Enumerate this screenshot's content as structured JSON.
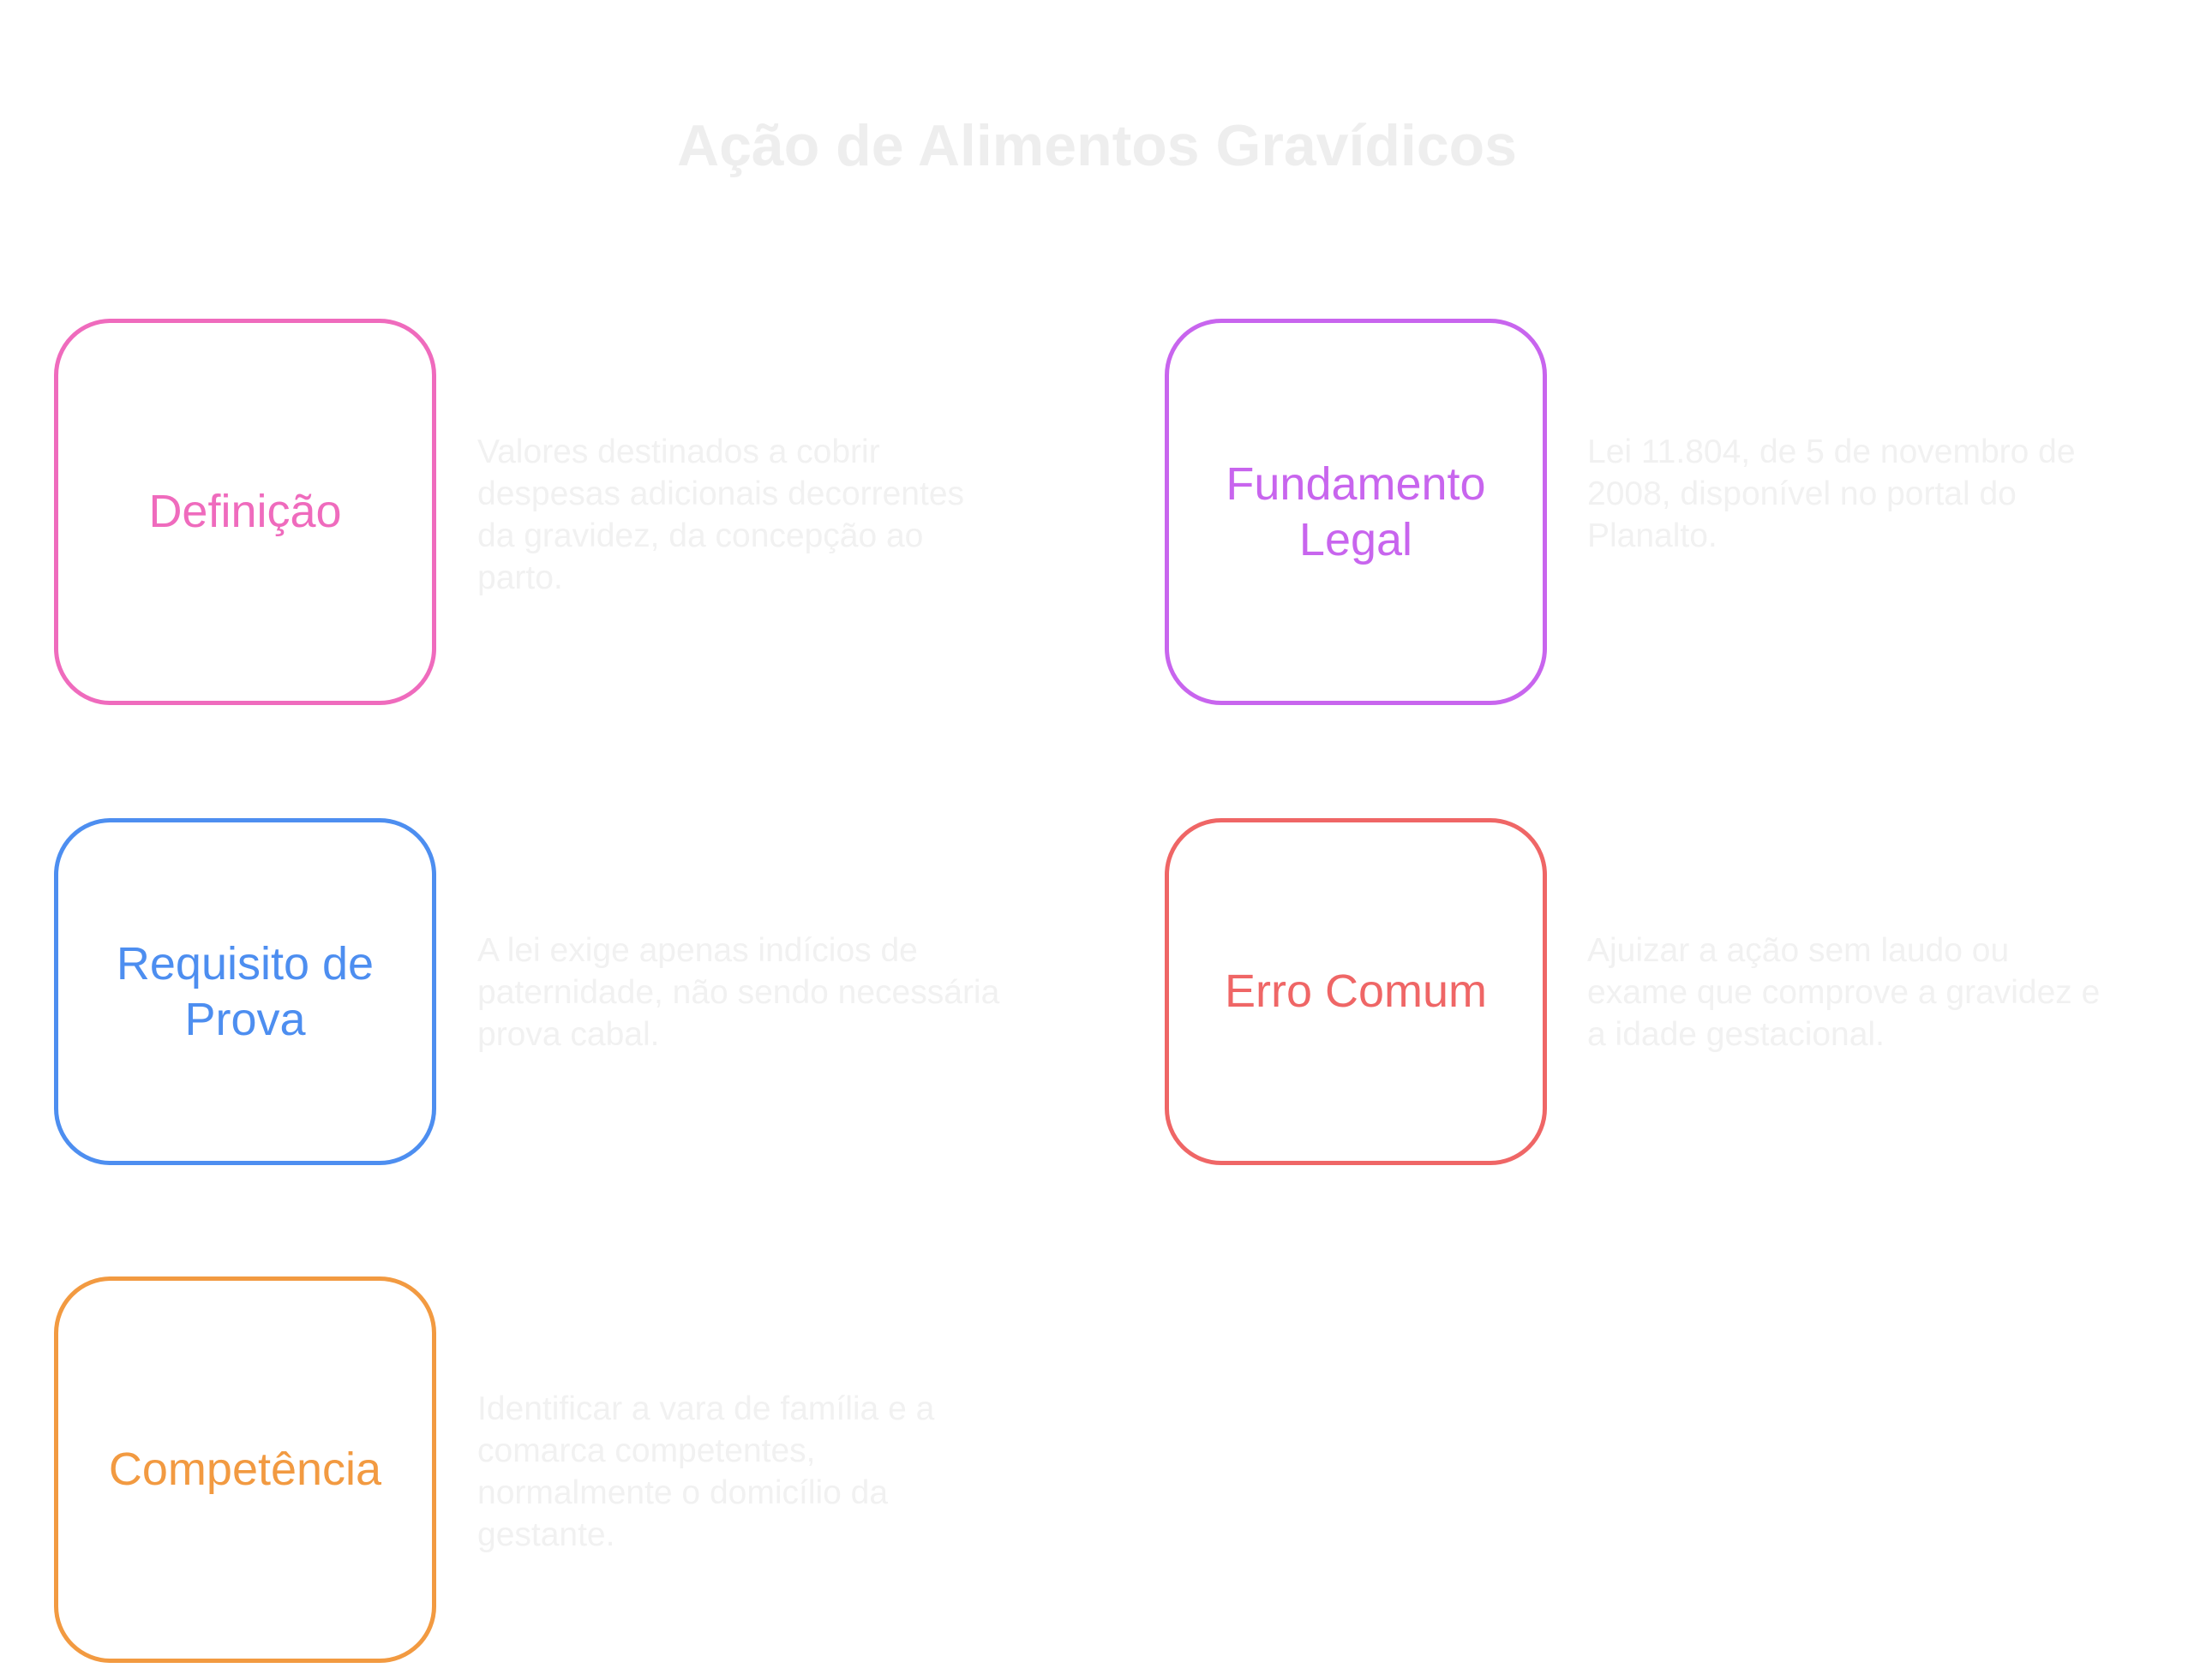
{
  "title": "Ação de Alimentos Gravídicos",
  "items": [
    {
      "label": "Definição",
      "description": "Valores destinados a cobrir despesas adicionais decorrentes da gravidez, da concepção ao parto.",
      "color": "#ef6bbd"
    },
    {
      "label": "Fundamento Legal",
      "description": "Lei 11.804, de 5 de novembro de 2008, disponível no portal do Planalto.",
      "color": "#c865ee"
    },
    {
      "label": "Requisito de Prova",
      "description": "A lei exige apenas indícios de paternidade, não sendo necessária prova cabal.",
      "color": "#4d8ef0"
    },
    {
      "label": "Erro Comum",
      "description": "Ajuizar a ação sem laudo ou exame que comprove a gravidez e a idade gestacional.",
      "color": "#ef6666"
    },
    {
      "label": "Competência",
      "description": "Identificar a vara de família e a comarca competentes, normalmente o domicílio da gestante.",
      "color": "#f29a41"
    }
  ]
}
